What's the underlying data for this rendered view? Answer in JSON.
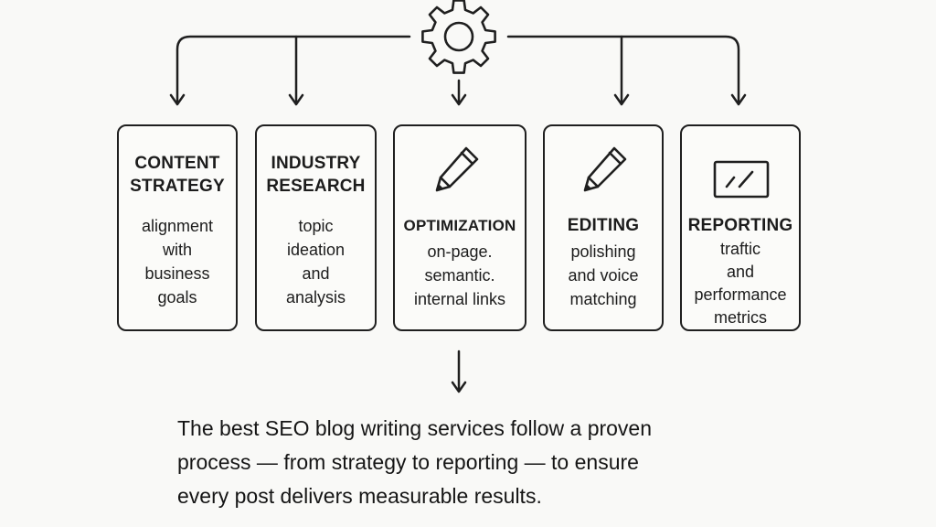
{
  "steps": [
    {
      "title": "CONTENT\nSTRATEGY",
      "desc": "alignment\nwith\nbusiness\ngoals",
      "icon": "none"
    },
    {
      "title": "INDUSTRY\nRESEARCH",
      "desc": "topic\nideation\nand\nanalysis",
      "icon": "none"
    },
    {
      "title": "OPTIMIZATION",
      "desc": "on-page.\nsemantic.\ninternal links",
      "icon": "pencil-icon"
    },
    {
      "title": "EDITING",
      "desc": "polishing\nand voice\nmatching",
      "icon": "pencil-icon"
    },
    {
      "title": "REPORTING",
      "desc": "traftic\nand\nperformance\nmetrics",
      "icon": "chart-icon"
    }
  ],
  "hub_icon": "gear-icon",
  "caption": "The best SEO blog writing services follow a proven\nprocess — from strategy to reporting — to ensure\nevery post delivers measurable results.",
  "colors": {
    "stroke": "#1f1f1f",
    "background": "#f9f9f7"
  }
}
